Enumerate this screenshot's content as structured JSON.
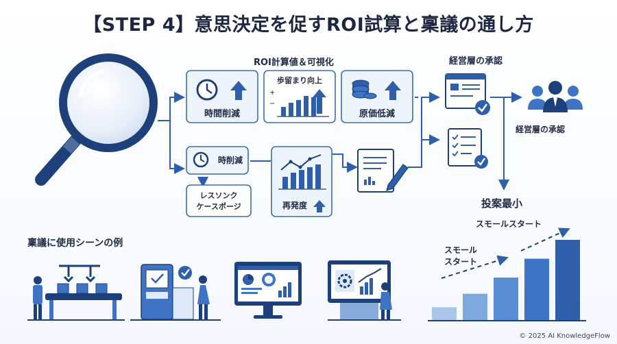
{
  "title": "【STEP 4】意思決定を促すROI試算と稟議の通し方",
  "roi_section": {
    "heading": "ROI計算値＆可視化",
    "time_reduction": "時間削減",
    "yield_improvement": "歩留まり向上",
    "cost_reduction": "原価低減",
    "time_reduction_small": "時削減",
    "response_line1": "レスソンク",
    "response_line2": "ケースポージ",
    "recurrence": "再発度"
  },
  "approval": {
    "heading": "経営層の承認",
    "people_label": "経営層の承認",
    "min_investment": "投案最小"
  },
  "scenes": {
    "heading": "稟議に使用シーンの例"
  },
  "growth": {
    "label_small_line1": "スモール",
    "label_small_line2": "スタート",
    "label_large": "スモールスタート"
  },
  "footer": {
    "copyright": "© 2025 AI KnowledgeFlow"
  },
  "colors": {
    "primary": "#2e5fa8",
    "dark": "#1d3f7a",
    "light": "#dfeaf8",
    "box_fill": "#eef4fb",
    "box_stroke": "#3b6db4"
  },
  "chart_data": {
    "type": "bar",
    "categories": [
      "",
      "",
      "",
      "",
      ""
    ],
    "values": [
      1,
      2,
      3.2,
      4.6,
      6
    ]
  }
}
